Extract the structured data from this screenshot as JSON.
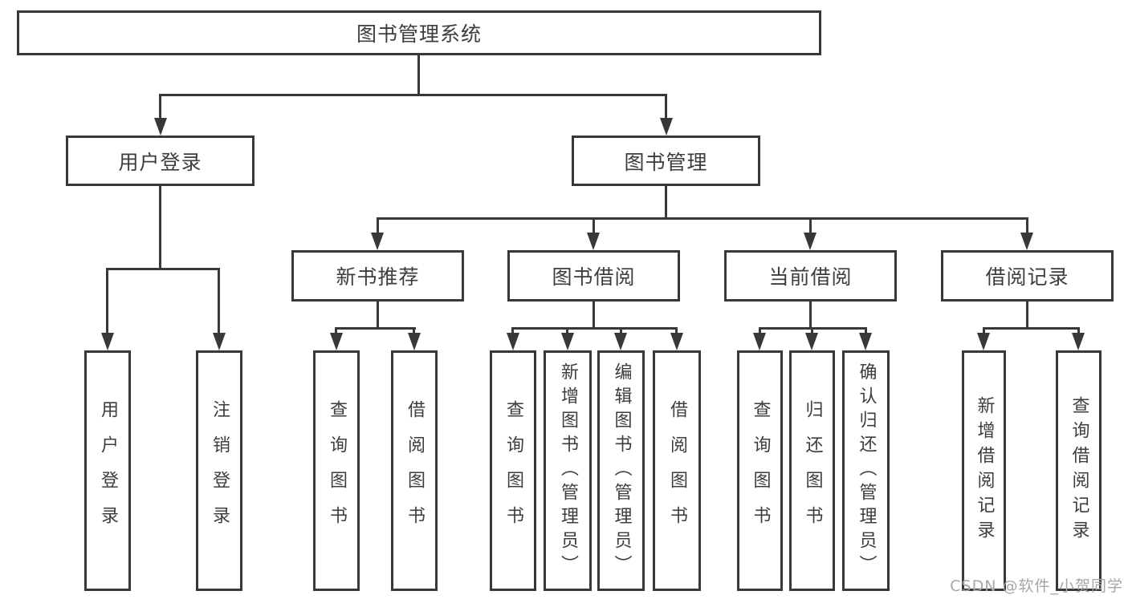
{
  "diagram": {
    "title": "图书管理系统",
    "root": "图书管理系统",
    "level2": [
      "用户登录",
      "图书管理"
    ],
    "level3": [
      "新书推荐",
      "图书借阅",
      "当前借阅",
      "借阅记录"
    ],
    "leaves": {
      "user_login": [
        "用户登录",
        "注销登录"
      ],
      "new_books": [
        "查询图书",
        "借阅图书"
      ],
      "book_borrow": [
        "查询图书",
        "新增图书（管理员）",
        "编辑图书（管理员）",
        "借阅图书"
      ],
      "current_borrow": [
        "查询图书",
        "归还图书",
        "确认归还（管理员）"
      ],
      "borrow_records": [
        "新增借阅记录",
        "查询借阅记录"
      ]
    },
    "colors": {
      "line": "#383838",
      "text": "#3d3d3d",
      "background": "#ffffff",
      "watermark_text": "#a6a6a6"
    },
    "watermark": "CSDN @软件_小贺同学"
  }
}
